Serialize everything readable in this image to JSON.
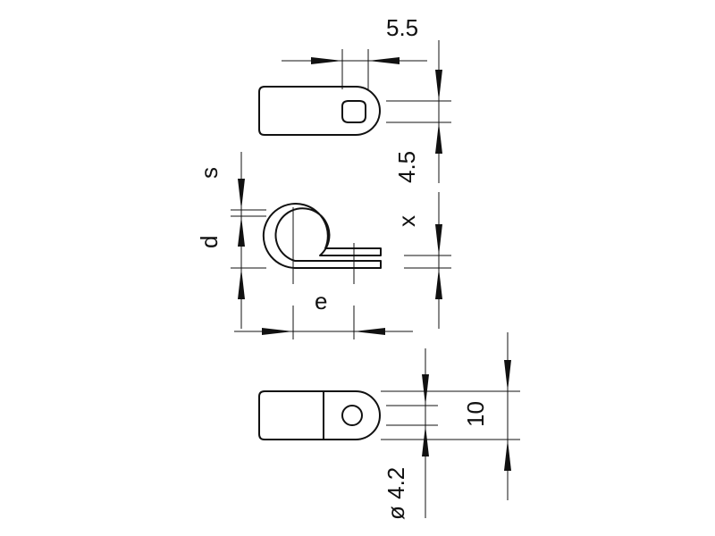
{
  "drawing": {
    "dimensions": {
      "slot_width": "5.5",
      "slot_offset": "4.5",
      "thickness": "s",
      "clamp_diameter": "d",
      "clamp_height": "x",
      "leg_length": "e",
      "strap_width": "10",
      "hole_diameter": "ø 4.2"
    }
  }
}
